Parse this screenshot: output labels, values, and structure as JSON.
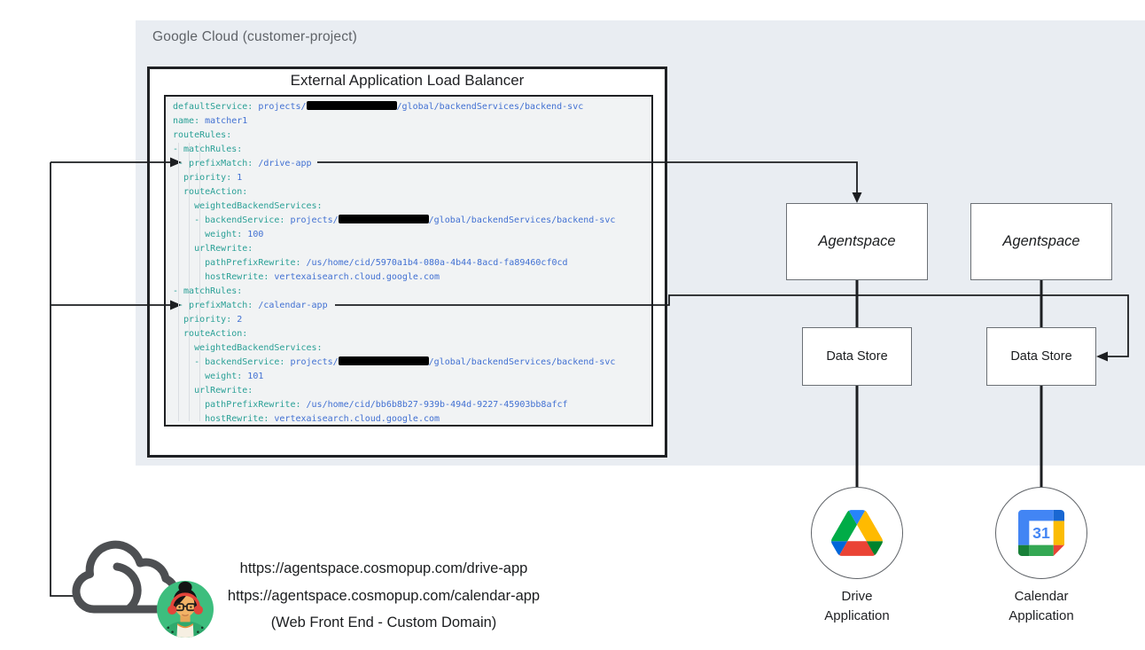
{
  "header": {
    "title": "Google Cloud (customer-project)"
  },
  "load_balancer": {
    "title": "External Application Load Balancer"
  },
  "code": {
    "lines": [
      [
        [
          "k",
          "defaultService: "
        ],
        [
          "v",
          "projects/"
        ],
        [
          "r",
          ""
        ],
        [
          "v",
          "/global/backendServices/backend-svc"
        ]
      ],
      [
        [
          "k",
          "name: "
        ],
        [
          "v",
          "matcher1"
        ]
      ],
      [
        [
          "k",
          "routeRules:"
        ]
      ],
      [
        [
          "k",
          "- matchRules:"
        ]
      ],
      [
        [
          "k",
          " - prefixMatch: "
        ],
        [
          "v",
          "/drive-app"
        ]
      ],
      [
        [
          "k",
          "  priority: "
        ],
        [
          "v",
          "1"
        ]
      ],
      [
        [
          "k",
          "  routeAction:"
        ]
      ],
      [
        [
          "k",
          "    weightedBackendServices:"
        ]
      ],
      [
        [
          "k",
          "    - backendService: "
        ],
        [
          "v",
          "projects/"
        ],
        [
          "r",
          ""
        ],
        [
          "v",
          "/global/backendServices/backend-svc"
        ]
      ],
      [
        [
          "k",
          "      weight: "
        ],
        [
          "v",
          "100"
        ]
      ],
      [
        [
          "k",
          "    urlRewrite:"
        ]
      ],
      [
        [
          "k",
          "      pathPrefixRewrite: "
        ],
        [
          "v",
          "/us/home/cid/5970a1b4-080a-4b44-8acd-fa89460cf0cd"
        ]
      ],
      [
        [
          "k",
          "      hostRewrite: "
        ],
        [
          "v",
          "vertexaisearch.cloud.google.com"
        ]
      ],
      [
        [
          "k",
          "- matchRules:"
        ]
      ],
      [
        [
          "k",
          " - prefixMatch: "
        ],
        [
          "v",
          "/calendar-app"
        ]
      ],
      [
        [
          "k",
          "  priority: "
        ],
        [
          "v",
          "2"
        ]
      ],
      [
        [
          "k",
          "  routeAction:"
        ]
      ],
      [
        [
          "k",
          "    weightedBackendServices:"
        ]
      ],
      [
        [
          "k",
          "    - backendService: "
        ],
        [
          "v",
          "projects/"
        ],
        [
          "r",
          ""
        ],
        [
          "v",
          "/global/backendServices/backend-svc"
        ]
      ],
      [
        [
          "k",
          "      weight: "
        ],
        [
          "v",
          "101"
        ]
      ],
      [
        [
          "k",
          "    urlRewrite:"
        ]
      ],
      [
        [
          "k",
          "      pathPrefixRewrite: "
        ],
        [
          "v",
          "/us/home/cid/bb6b8b27-939b-494d-9227-45903bb8afcf"
        ]
      ],
      [
        [
          "k",
          "      hostRewrite: "
        ],
        [
          "v",
          "vertexaisearch.cloud.google.com"
        ]
      ]
    ]
  },
  "agentspace": {
    "label": "Agentspace"
  },
  "data_store": {
    "label": "Data Store"
  },
  "apps": {
    "drive": {
      "label": "Drive Application"
    },
    "calendar": {
      "label": "Calendar Application"
    }
  },
  "frontend": {
    "url_drive": "https://agentspace.cosmopup.com/drive-app",
    "url_calendar": "https://agentspace.cosmopup.com/calendar-app",
    "caption": "(Web Front End - Custom Domain)"
  },
  "colors": {
    "panel_background": "#e9edf2",
    "code_background": "#f1f3f4",
    "yaml_key": "#2aa096",
    "yaml_value": "#4170d2",
    "line": "#1c1e21",
    "drive_green": "#00ac47",
    "drive_blue": "#2684fc",
    "drive_yellow": "#ffba00",
    "drive_red": "#ea4335",
    "calendar_blue": "#4285f4",
    "avatar_green": "#3dbe7e",
    "headphones_red": "#e2453a"
  }
}
